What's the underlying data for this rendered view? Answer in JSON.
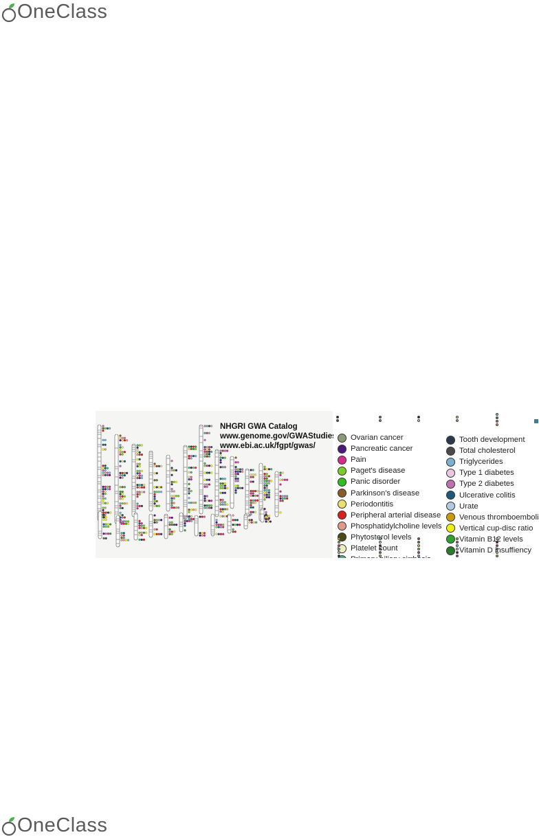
{
  "brand": {
    "name": "OneClass",
    "leaf_color": "#4caf50",
    "text_color": "#5a5a5a"
  },
  "figure": {
    "catalog_lines": [
      "NHGRI GWA Catalog",
      "www.genome.gov/GWAStudies",
      "www.ebi.ac.uk/fgpt/gwas/"
    ],
    "legend_left": [
      {
        "label": "Ovarian cancer",
        "color": "#8a9a7a"
      },
      {
        "label": "Pancreatic cancer",
        "color": "#4a1b7a"
      },
      {
        "label": "Pain",
        "color": "#d0308a"
      },
      {
        "label": "Paget's disease",
        "color": "#7acc2a"
      },
      {
        "label": "Panic disorder",
        "color": "#33bb22"
      },
      {
        "label": "Parkinson's disease",
        "color": "#8a5a2a"
      },
      {
        "label": "Periodontitis",
        "color": "#e8e070"
      },
      {
        "label": "Peripheral arterial disease",
        "color": "#d82020"
      },
      {
        "label": "Phosphatidylcholine levels",
        "color": "#e09a8a"
      },
      {
        "label": "Phytosterol levels",
        "color": "#4a4a15"
      },
      {
        "label": "Platelet count",
        "color": "#eeeec0"
      },
      {
        "label": "Primary biliary cirrhosis",
        "color": "#4ab07a"
      }
    ],
    "legend_right": [
      {
        "label": "Tooth development",
        "color": "#2a3a4a"
      },
      {
        "label": "Total cholesterol",
        "color": "#4a4a4a"
      },
      {
        "label": "Triglycerides",
        "color": "#7ab0d0"
      },
      {
        "label": "Type 1 diabetes",
        "color": "#e8c8e0"
      },
      {
        "label": "Type 2 diabetes",
        "color": "#c070b0"
      },
      {
        "label": "Ulcerative colitis",
        "color": "#1a5a7a"
      },
      {
        "label": "Urate",
        "color": "#b0c8e0"
      },
      {
        "label": "Venous thromboembolism",
        "color": "#c89a10"
      },
      {
        "label": "Vertical cup-disc ratio",
        "color": "#f0f010"
      },
      {
        "label": "Vitamin B12 levels",
        "color": "#30a030"
      },
      {
        "label": "Vitamin D insuffiency",
        "color": "#2a7a2a"
      }
    ]
  }
}
